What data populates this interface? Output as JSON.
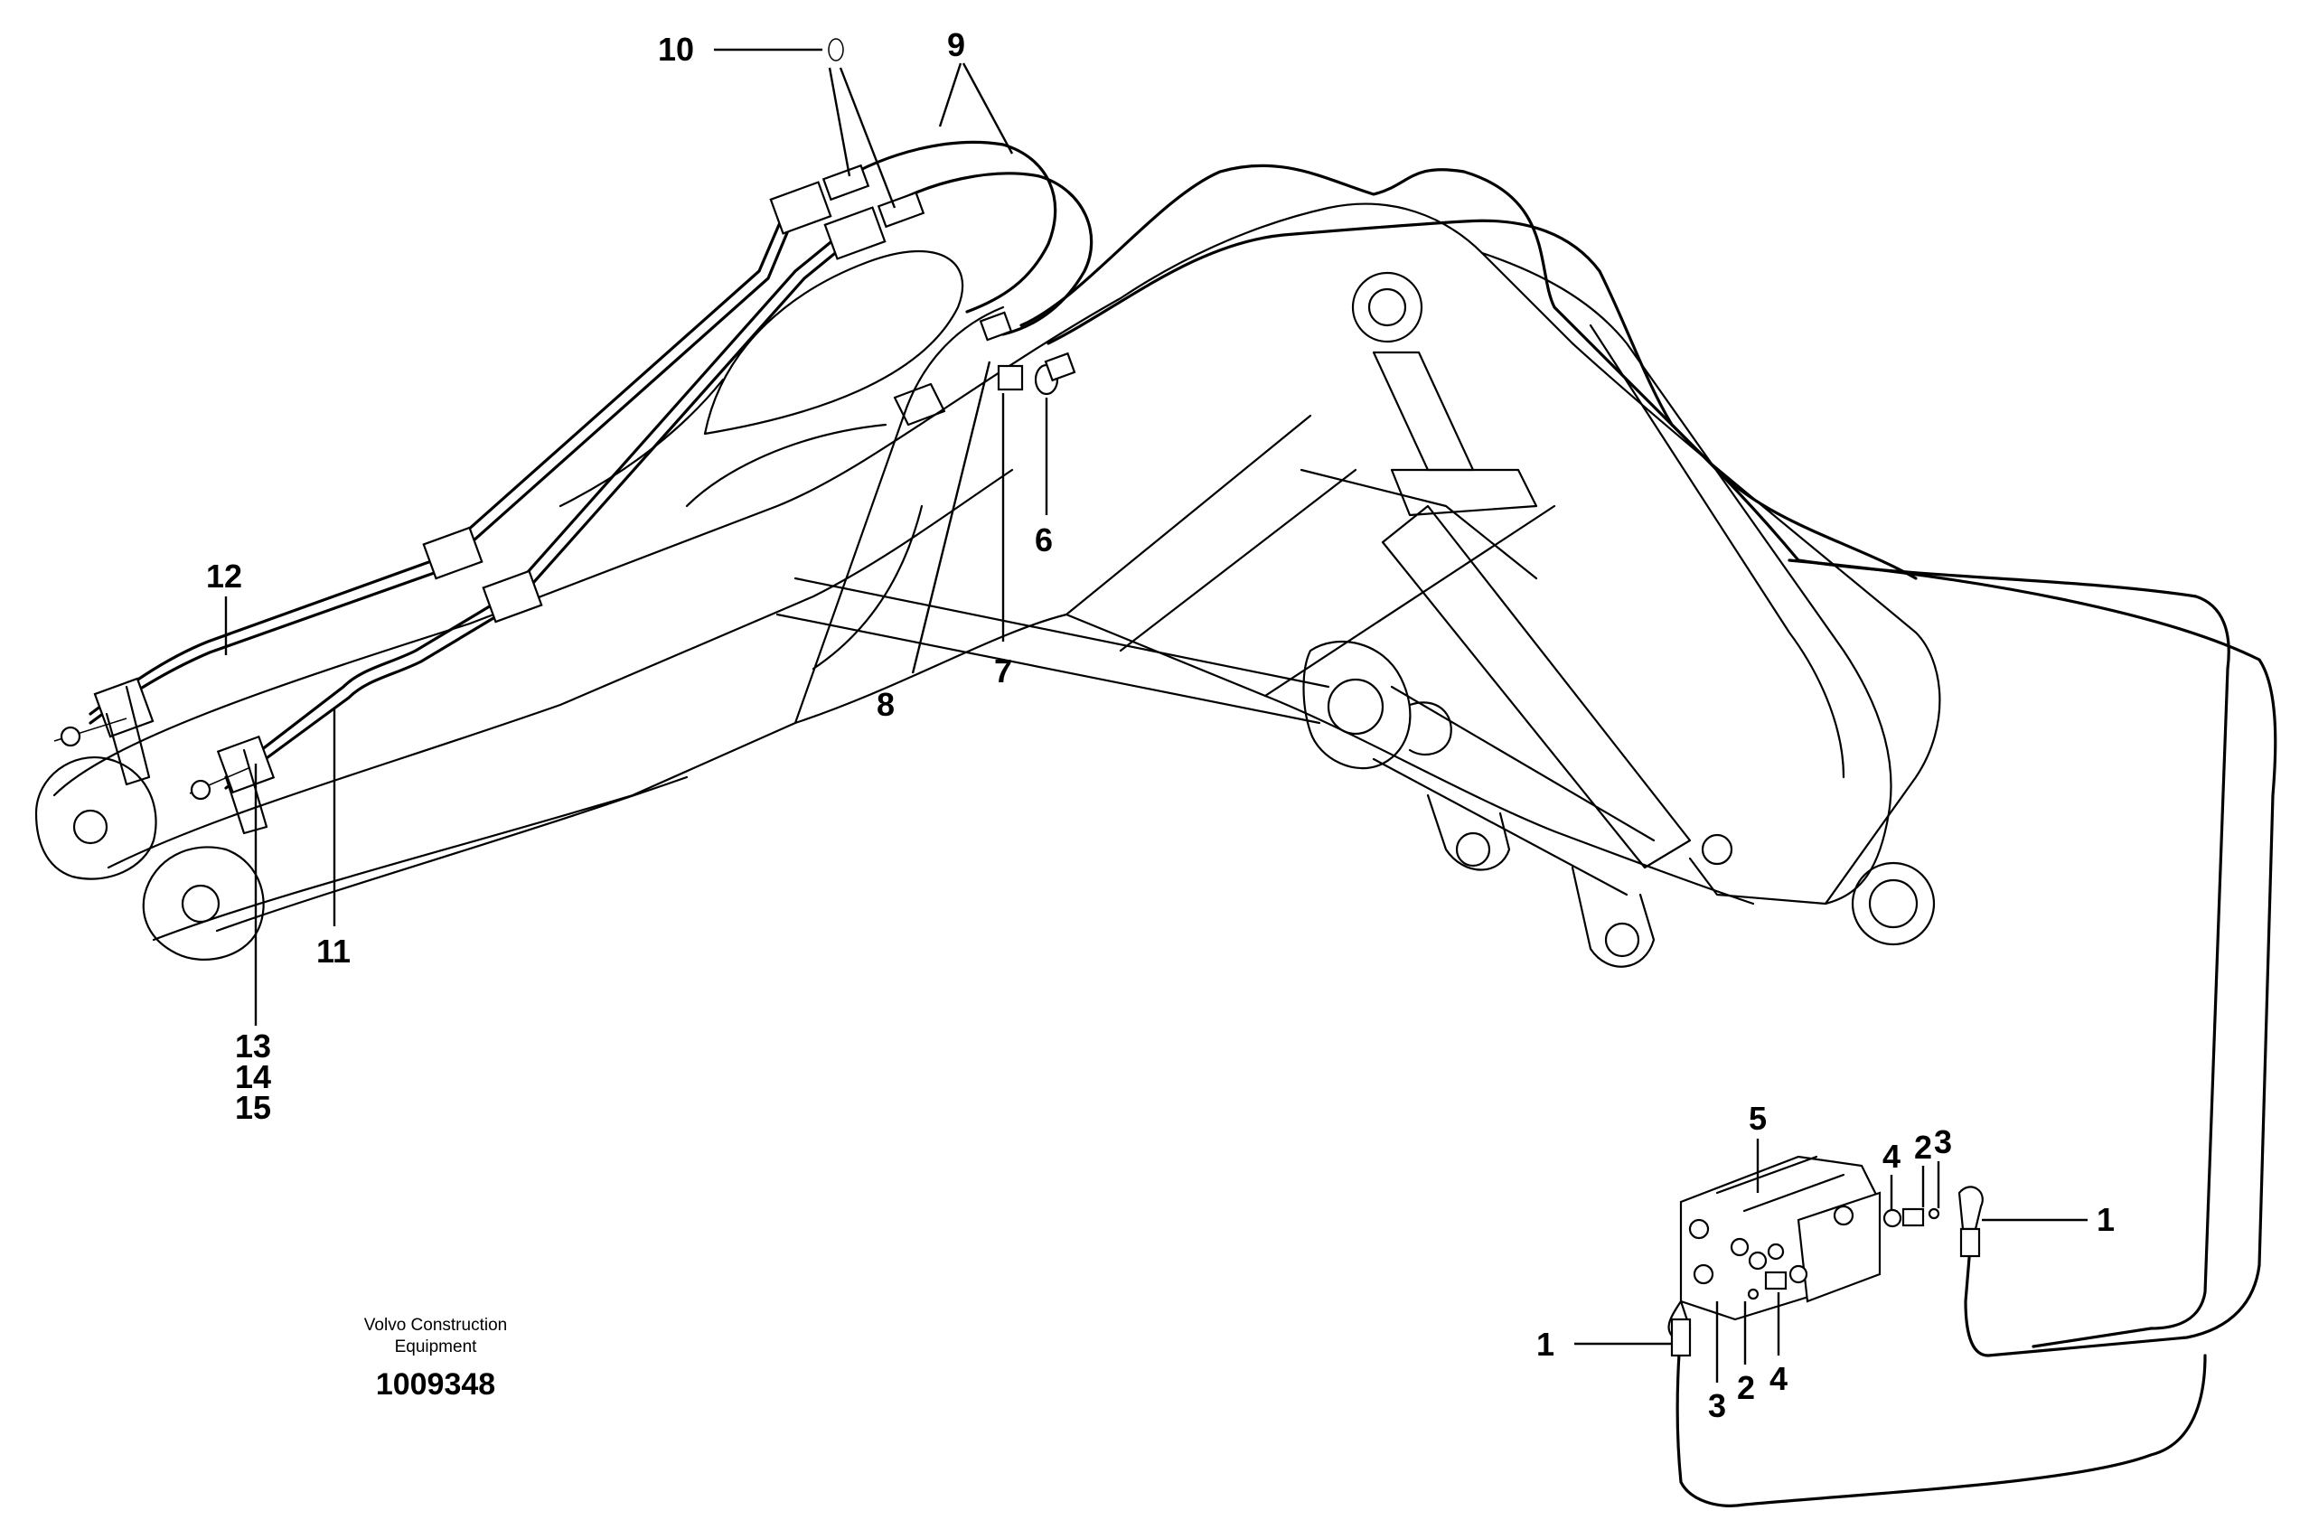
{
  "callouts": {
    "c1a": "1",
    "c1b": "1",
    "c2a": "2",
    "c2b": "2",
    "c3a": "3",
    "c3b": "3",
    "c4a": "4",
    "c4b": "4",
    "c5": "5",
    "c6": "6",
    "c7": "7",
    "c8": "8",
    "c9": "9",
    "c10": "10",
    "c11": "11",
    "c12": "12",
    "c13": "13",
    "c14": "14",
    "c15": "15"
  },
  "caption": {
    "line1": "Volvo Construction",
    "line2": "Equipment",
    "drawing_number": "1009348"
  }
}
